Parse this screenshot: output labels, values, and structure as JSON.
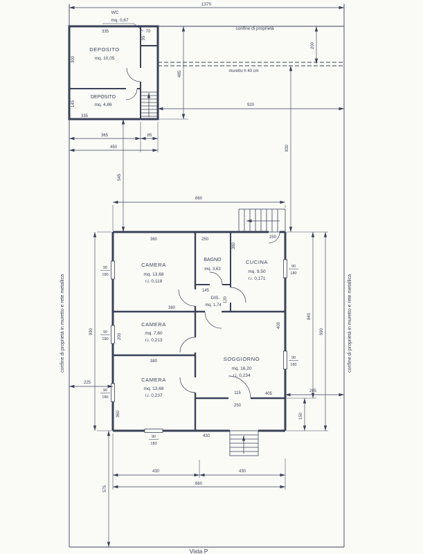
{
  "palette": {
    "ink": "#3a4157",
    "paper": "#fafaf7"
  },
  "title_fragment": "Vista P",
  "boundaries": {
    "top_width": "1370",
    "confine_top": "confine di proprietà",
    "confine_left": "confine di proprietà in muretto e rete metallica",
    "confine_right": "confine di proprietà in muretto e rete metallica",
    "muretto": "muretto h 40 cm"
  },
  "annex": {
    "callout_name": "WC",
    "callout_area": "mq. 0,67",
    "rooms": {
      "deposito_big": {
        "name": "DEPOSITO",
        "area": "mq. 10,05"
      },
      "deposito_small": {
        "name": "DEPOSITO",
        "area": "mq. 4,86"
      }
    },
    "dims": {
      "inner_top": "335",
      "wc_w": "70",
      "wc_h": "95",
      "left_h": "300",
      "small_h": "145",
      "inner_bottom": "335",
      "below_left": "365",
      "below_right": "85",
      "below_total": "450"
    }
  },
  "site": {
    "d200": "200",
    "d485": "485",
    "d920": "920",
    "d830": "830",
    "d545": "545",
    "d225": "225",
    "d285": "285",
    "d840": "840",
    "d150": "150",
    "d575": "575"
  },
  "house": {
    "d860_top": "860",
    "d990_left": "990",
    "d990_right": "990",
    "d430_a": "430",
    "d430_b": "430",
    "d860_bottom": "860",
    "d430_near": "430",
    "window": {
      "w": "90",
      "h": "180"
    },
    "rooms": {
      "camera1": {
        "name": "CAMERA",
        "area": "mq. 13,68",
        "ri": "r.i.  0,118",
        "w": "360"
      },
      "bagno": {
        "name": "BAGNO",
        "area": "mq. 3,63",
        "d": "250"
      },
      "cucina": {
        "name": "CUCINA",
        "area": "mq. 9,50",
        "ri": "r.i.  0,171",
        "w": "250",
        "d": "380"
      },
      "dis": {
        "name": "DIS.",
        "area": "mq. 1,74",
        "w": "145",
        "h": "120"
      },
      "camera2": {
        "name": "CAMERA",
        "area": "mq. 7,60",
        "ri": "r.i.  0,213",
        "w": "380",
        "h": "200"
      },
      "soggiorno": {
        "name": "SOGGIORNO",
        "area": "mq. 16,20",
        "ri": "r.i.  0,234",
        "h": "400",
        "w": "405",
        "door_w": "115",
        "door_h": "250"
      },
      "camera3": {
        "name": "CAMERA",
        "area": "mq. 13,68",
        "ri": "r.i.  0,237",
        "w": "380",
        "h": "360"
      }
    }
  }
}
